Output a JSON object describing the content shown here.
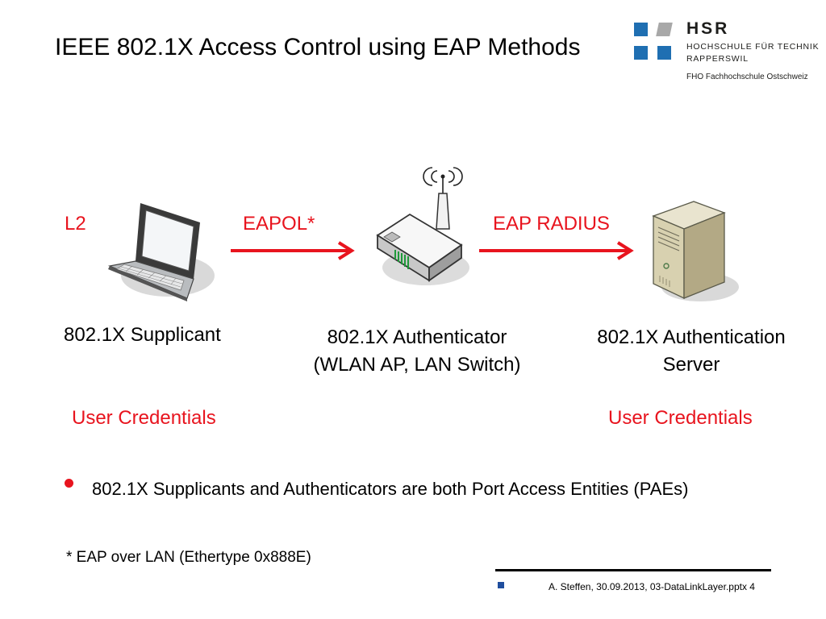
{
  "title": "IEEE 802.1X Access Control using EAP Methods",
  "logo": {
    "name": "HSR",
    "line1": "HOCHSCHULE FÜR TECHNIK",
    "line2": "RAPPERSWIL",
    "line3": "FHO Fachhochschule Ostschweiz",
    "colors": {
      "blue": "#1f6fb2",
      "gray": "#a8a8a8"
    }
  },
  "diagram": {
    "layer_label": "L2",
    "link1_label": "EAPOL*",
    "link2_label": "EAP RADIUS",
    "supplicant": {
      "icon": "laptop-icon",
      "label": "802.1X Supplicant",
      "credentials": "User Credentials"
    },
    "authenticator": {
      "icon": "access-point-icon",
      "label_line1": "802.1X Authenticator",
      "label_line2": "(WLAN AP, LAN Switch)"
    },
    "server": {
      "icon": "server-icon",
      "label_line1": "802.1X Authentication",
      "label_line2": "Server",
      "credentials": "User Credentials"
    },
    "accent_color": "#e8141e"
  },
  "bullets": [
    "802.1X Supplicants and Authenticators are both Port Access Entities (PAEs)"
  ],
  "footnote": "* EAP over LAN (Ethertype 0x888E)",
  "footer": {
    "text": "A. Steffen, 30.09.2013, 03-DataLinkLayer.pptx 4"
  }
}
